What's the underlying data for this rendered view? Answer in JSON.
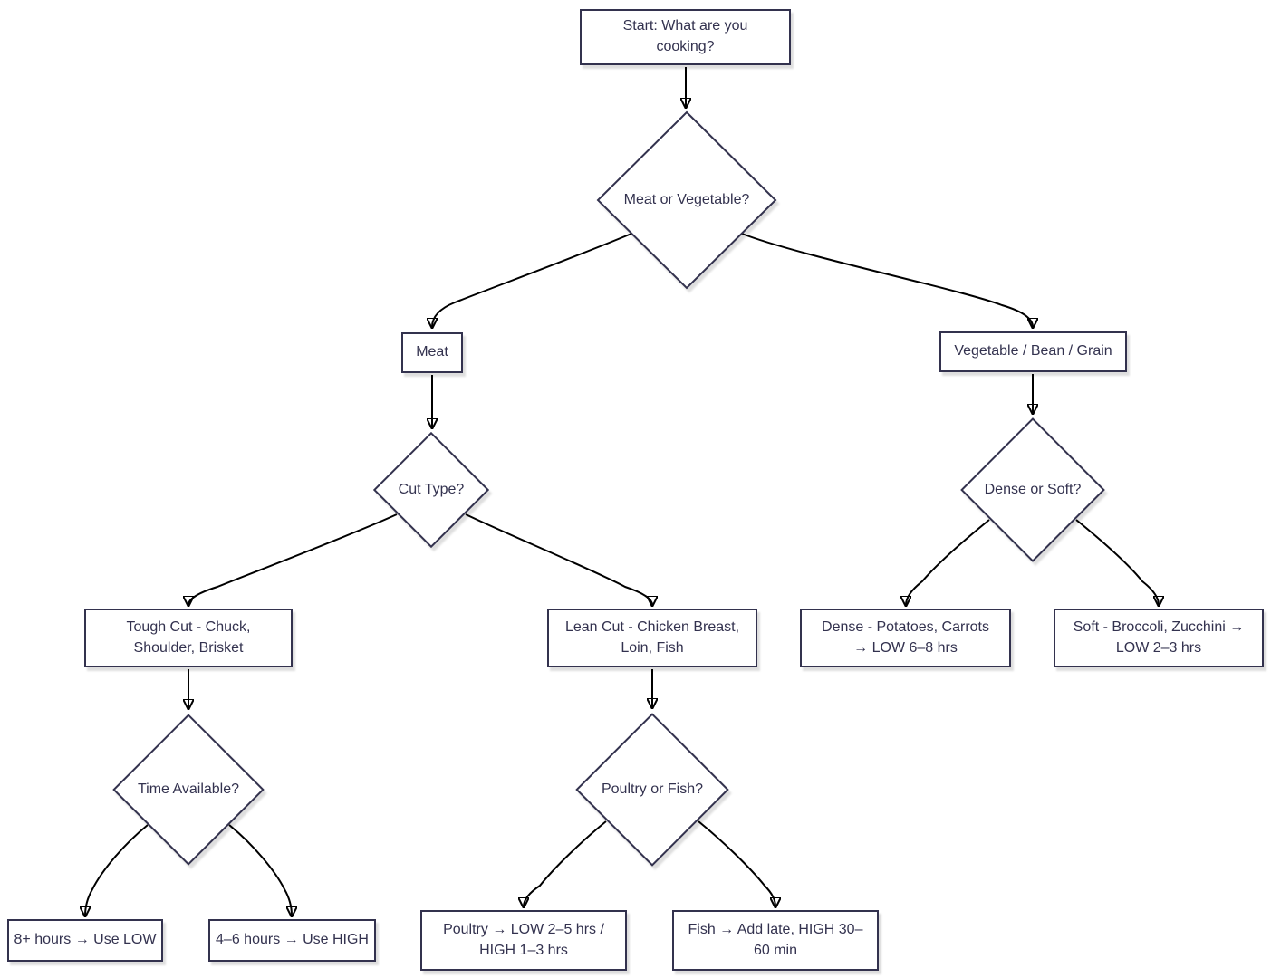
{
  "colors": {
    "background": "#ffffff",
    "node_fill": "#ffffff",
    "node_border": "#33324e",
    "node_text": "#33324f",
    "edge_line": "#000000",
    "shadow": "rgba(0,0,0,0.13)"
  },
  "nodes": {
    "start": {
      "label": "Start: What are you cooking?",
      "shape": "rect"
    },
    "meat_or_veg": {
      "label": "Meat or Vegetable?",
      "shape": "diamond"
    },
    "meat": {
      "label": "Meat",
      "shape": "rect"
    },
    "veg": {
      "label": "Vegetable / Bean / Grain",
      "shape": "rect"
    },
    "cut_type": {
      "label": "Cut Type?",
      "shape": "diamond"
    },
    "dense_or_soft": {
      "label": "Dense or Soft?",
      "shape": "diamond"
    },
    "tough": {
      "label": "Tough Cut - Chuck, Shoulder, Brisket",
      "shape": "rect"
    },
    "lean": {
      "label": "Lean Cut - Chicken Breast, Loin, Fish",
      "shape": "rect"
    },
    "dense": {
      "label": "Dense - Potatoes, Carrots → LOW 6–8 hrs",
      "shape": "rect"
    },
    "soft": {
      "label": "Soft - Broccoli, Zucchini → LOW 2–3 hrs",
      "shape": "rect"
    },
    "time": {
      "label": "Time Available?",
      "shape": "diamond"
    },
    "poultry_or_fish": {
      "label": "Poultry or Fish?",
      "shape": "diamond"
    },
    "low": {
      "label": "8+ hours → Use LOW",
      "shape": "rect"
    },
    "high": {
      "label": "4–6 hours → Use HIGH",
      "shape": "rect"
    },
    "poultry": {
      "label": "Poultry → LOW 2–5 hrs / HIGH 1–3 hrs",
      "shape": "rect"
    },
    "fish": {
      "label": "Fish → Add late, HIGH 30–60 min",
      "shape": "rect"
    }
  },
  "edges": [
    {
      "from": "start",
      "to": "meat_or_veg"
    },
    {
      "from": "meat_or_veg",
      "to": "meat"
    },
    {
      "from": "meat_or_veg",
      "to": "veg"
    },
    {
      "from": "meat",
      "to": "cut_type"
    },
    {
      "from": "veg",
      "to": "dense_or_soft"
    },
    {
      "from": "cut_type",
      "to": "tough"
    },
    {
      "from": "cut_type",
      "to": "lean"
    },
    {
      "from": "dense_or_soft",
      "to": "dense"
    },
    {
      "from": "dense_or_soft",
      "to": "soft"
    },
    {
      "from": "tough",
      "to": "time"
    },
    {
      "from": "lean",
      "to": "poultry_or_fish"
    },
    {
      "from": "time",
      "to": "low"
    },
    {
      "from": "time",
      "to": "high"
    },
    {
      "from": "poultry_or_fish",
      "to": "poultry"
    },
    {
      "from": "poultry_or_fish",
      "to": "fish"
    }
  ]
}
